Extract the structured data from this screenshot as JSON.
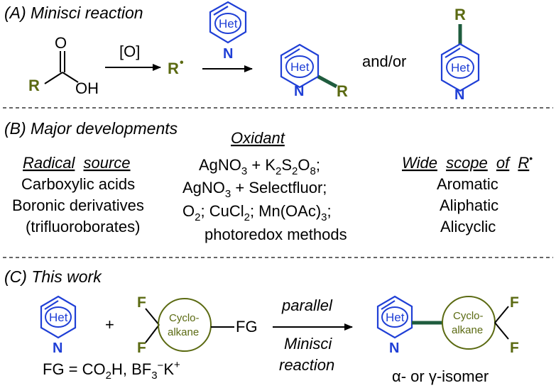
{
  "section_a": {
    "heading": "(A) Minisci reaction",
    "oxidation_label": "[O]",
    "and_or": "and/or",
    "carbonyl_o": "O",
    "hydroxyl": "OH",
    "r_group": "R",
    "radical_dot": "•",
    "het_label": "Het",
    "n_label": "N"
  },
  "section_b": {
    "heading": "(B) Major developments",
    "radical_source": {
      "title_parts": [
        "Radical",
        "source"
      ],
      "lines": [
        "Carboxylic acids",
        "Boronic derivatives",
        "(trifluoroborates)"
      ]
    },
    "oxidant": {
      "title": "Oxidant",
      "line1_parts": [
        "AgNO",
        "3",
        " + K",
        "2",
        "S",
        "2",
        "O",
        "8",
        ";"
      ],
      "line2_parts": [
        "AgNO",
        "3",
        " + Selectfluor;"
      ],
      "line3_parts": [
        "O",
        "2",
        "; CuCl",
        "2",
        "; Mn(OAc)",
        "3",
        ";"
      ],
      "line4": "photoredox methods"
    },
    "scope": {
      "title_parts": [
        "Wide",
        "scope",
        "of",
        "R"
      ],
      "lines": [
        "Aromatic",
        "Aliphatic",
        "Alicyclic"
      ]
    }
  },
  "section_c": {
    "heading": "(C) This work",
    "plus": "+",
    "f_label": "F",
    "cyclo_line1": "Cyclo-",
    "cyclo_line2": "alkane",
    "fg_label": "FG",
    "fg_def_parts": [
      "FG = CO",
      "2",
      "H, BF",
      "3",
      "−",
      "K",
      "+"
    ],
    "arrow_top": "parallel",
    "arrow_bottom1": "Minisci",
    "arrow_bottom2": "reaction",
    "product_caption": "α- or γ-isomer"
  },
  "colors": {
    "heterocycle": "#1f3fd6",
    "r_group": "#5b6a12",
    "new_bond": "#1f5c3e"
  }
}
